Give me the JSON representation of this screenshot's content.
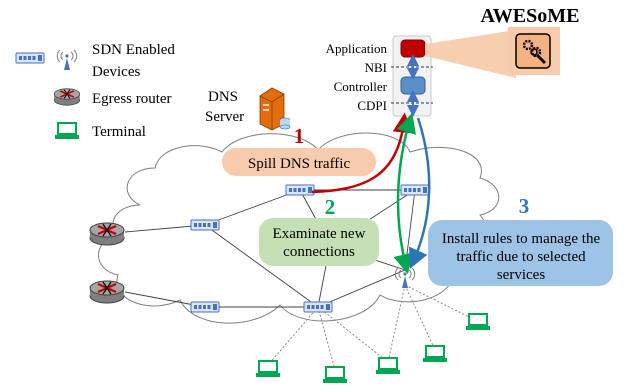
{
  "legend": {
    "sdn_label_1": "SDN Enabled",
    "sdn_label_2": "Devices",
    "egress_label": "Egress router",
    "terminal_label": "Terminal"
  },
  "dns": {
    "label_1": "DNS",
    "label_2": "Server"
  },
  "stack": {
    "application": "Application",
    "nbi": "NBI",
    "controller": "Controller",
    "cdpi": "CDPI"
  },
  "awesome": {
    "title": "AWESoME"
  },
  "steps": [
    {
      "number": "1",
      "text_1": "Spill DNS traffic",
      "color": "#c00000",
      "box_color": "#f8cbad"
    },
    {
      "number": "2",
      "text_1": "Examinate new",
      "text_2": "connections",
      "color": "#00a651",
      "box_color": "#c5e0b4"
    },
    {
      "number": "3",
      "text_1": "Install rules to manage the",
      "text_2": "traffic due to selected",
      "text_3": "services",
      "color": "#2e75b6",
      "box_color": "#9dc3e6"
    }
  ],
  "colors": {
    "red_arrow": "#c00000",
    "green_arrow": "#00a651",
    "blue_arrow": "#2e75b6",
    "terminal": "#00a651"
  }
}
